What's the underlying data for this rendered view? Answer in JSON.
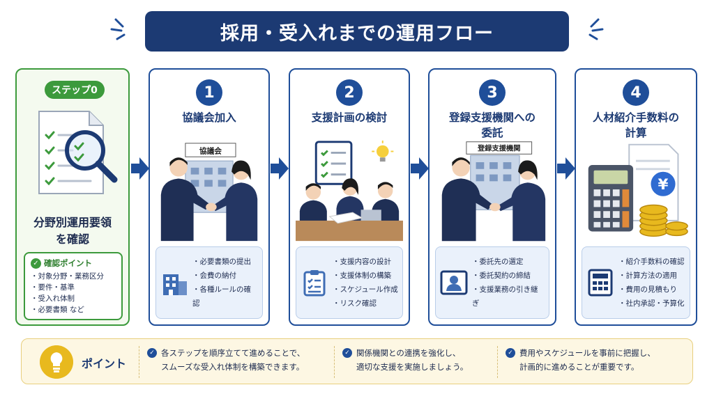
{
  "title": "採用・受入れまでの運用フロー",
  "colors": {
    "navy": "#1c3a73",
    "blue": "#1f4e99",
    "green": "#3c9a3c",
    "gold": "#e8b91e"
  },
  "step0": {
    "badge": "ステップ0",
    "title": "分野別運用要領\nを確認",
    "check_heading": "確認ポイント",
    "check_items": [
      "対象分野・業務区分",
      "要件・基準",
      "受入れ体制",
      "必要書類 など"
    ]
  },
  "steps": [
    {
      "number": "1",
      "title": "協議会加入",
      "sign": "協議会",
      "items": [
        "必要書類の提出",
        "会費の納付",
        "各種ルールの確認"
      ],
      "icon": "building-icon"
    },
    {
      "number": "2",
      "title": "支援計画の検討",
      "items": [
        "支援内容の設計",
        "支援体制の構築",
        "スケジュール作成",
        "リスク確認"
      ],
      "icon": "clipboard-icon"
    },
    {
      "number": "3",
      "title": "登録支援機関への\n委託",
      "sign": "登録支援機関",
      "items": [
        "委託先の選定",
        "委託契約の締結",
        "支援業務の引き継ぎ"
      ],
      "icon": "person-card-icon"
    },
    {
      "number": "4",
      "title": "人材紹介手数料の\n計算",
      "yen": "¥",
      "items": [
        "紹介手数料の確認",
        "計算方法の適用",
        "費用の見積もり",
        "社内承認・予算化"
      ],
      "icon": "calculator-icon"
    }
  ],
  "point": {
    "label": "ポイント",
    "items": [
      "各ステップを順序立てて進めることで、\nスムーズな受入れ体制を構築できます。",
      "関係機関との連携を強化し、\n適切な支援を実施しましょう。",
      "費用やスケジュールを事前に把握し、\n計画的に進めることが重要です。"
    ]
  }
}
